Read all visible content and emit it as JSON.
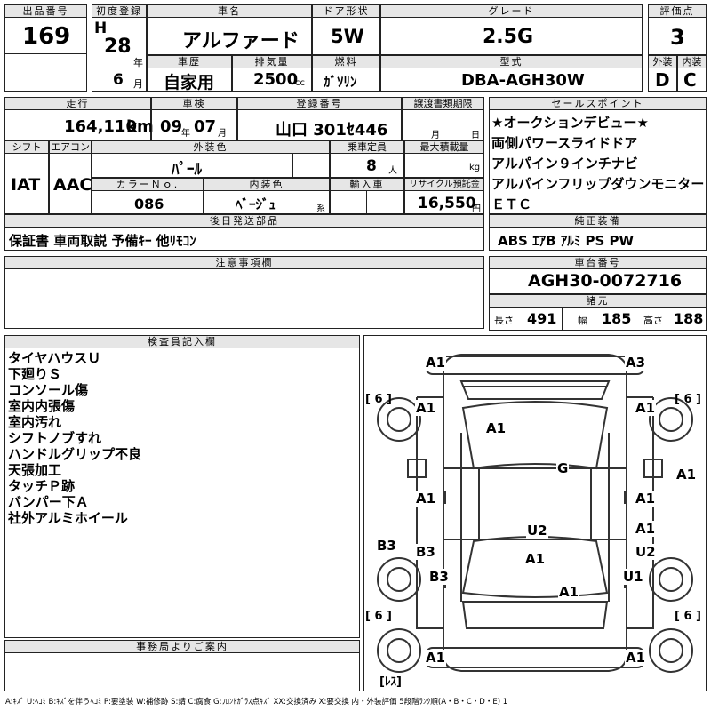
{
  "lot": {
    "label": "出品番号",
    "value": "169"
  },
  "first_reg": {
    "label": "初度登録",
    "era": "H",
    "year": "28",
    "year_unit": "年",
    "month": "6",
    "month_unit": "月"
  },
  "car_name": {
    "label": "車名",
    "value": "アルファード"
  },
  "door": {
    "label": "ドア形状",
    "value": "5W"
  },
  "grade": {
    "label": "グレード",
    "value": "2.5G"
  },
  "score": {
    "label": "評価点",
    "value": "3",
    "ext_label": "外装",
    "int_label": "内装",
    "ext_value": "D",
    "int_value": "C"
  },
  "history": {
    "label": "車歴",
    "value": "自家用"
  },
  "displacement": {
    "label": "排気量",
    "value": "2500",
    "unit": "cc"
  },
  "fuel": {
    "label": "燃料",
    "value": "ｶﾞｿﾘﾝ"
  },
  "model": {
    "label": "型式",
    "value": "DBA-AGH30W"
  },
  "mileage": {
    "label": "走行",
    "value": "164,110",
    "unit": "km"
  },
  "inspection": {
    "label": "車検",
    "year": "09",
    "year_unit": "年",
    "month": "07",
    "month_unit": "月"
  },
  "plate": {
    "label": "登録番号",
    "value": "山口 301ｾ446"
  },
  "transfer": {
    "label": "譲渡書類期限",
    "month_unit": "月",
    "day_unit": "日"
  },
  "sales_point": {
    "label": "セールスポイント",
    "items": [
      "★オークションデビュー★",
      "両側パワースライドドア",
      "アルパイン９インチナビ",
      "アルパインフリップダウンモニター",
      "ＥＴＣ"
    ]
  },
  "shift": {
    "label": "シフト",
    "value": "IAT"
  },
  "aircon": {
    "label": "エアコン",
    "value": "AAC"
  },
  "exterior_color": {
    "label": "外装色",
    "value": "ﾊﾟｰﾙ"
  },
  "capacity": {
    "label": "乗車定員",
    "value": "8",
    "unit": "人"
  },
  "max_load": {
    "label": "最大積載量",
    "unit": "kg"
  },
  "color_no": {
    "label": "カラーＮｏ.",
    "value": "086"
  },
  "interior_color": {
    "label": "内装色",
    "value": "ﾍﾞｰｼﾞｭ",
    "unit": "系"
  },
  "import": {
    "label": "輸入車"
  },
  "recycle": {
    "label": "リサイクル預託金",
    "value": "16,550",
    "unit": "円"
  },
  "later_parts": {
    "label": "後日発送部品",
    "value": "保証書 車両取説 予備ｷｰ 他ﾘﾓｺﾝ"
  },
  "equipment": {
    "label": "純正装備",
    "value": "ABS ｴｱB ｱﾙﾐ PS PW"
  },
  "notes": {
    "label": "注意事項欄"
  },
  "chassis": {
    "label": "車台番号",
    "value": "AGH30-0072716"
  },
  "specs": {
    "label": "諸元",
    "length_label": "長さ",
    "length": "491",
    "width_label": "幅",
    "width": "185",
    "height_label": "高さ",
    "height": "188"
  },
  "inspector": {
    "label": "検査員記入欄",
    "items": [
      "タイヤハウスＵ",
      "下廻りＳ",
      "コンソール傷",
      "室内内張傷",
      "室内汚れ",
      "シフトノブすれ",
      "ハンドルグリップ不良",
      "天張加工",
      "タッチＰ跡",
      "バンパー下Ａ",
      "社外アルミホイール"
    ]
  },
  "office": {
    "label": "事務局よりご案内"
  },
  "diagram": {
    "tire_labels": [
      "[ 6 ]",
      "[ 6 ]",
      "[ 6 ]",
      "[ 6 ]"
    ],
    "spare_label": "[ﾚｽ]",
    "damage": [
      "A1",
      "A3",
      "A1",
      "A1",
      "A1",
      "G",
      "A1",
      "A1",
      "A1",
      "B3",
      "B3",
      "U2",
      "A1",
      "U2",
      "A1",
      "B3",
      "A1",
      "U1",
      "A1",
      "A1",
      "A1"
    ]
  },
  "legend": "A:ｷｽﾞ U:ﾍｺﾐ B:ｷｽﾞを伴うﾍｺﾐ P:要塗装 W:補修跡 S:錆 C:腐食 G:ﾌﾛﾝﾄｶﾞﾗｽ点ｷｽﾞ XX:交換済み X:要交換 内・外装評価 5段階ﾗﾝｸ順(A・B・C・D・E) 1"
}
